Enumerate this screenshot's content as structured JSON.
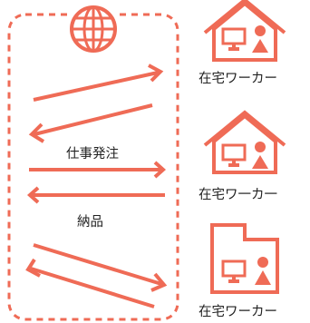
{
  "diagram": {
    "accent_color": "#ef6b56",
    "center_icon": "globe-icon",
    "house_icon": "house-with-computer-and-person-icon",
    "flow_labels": {
      "order": "仕事発注",
      "delivery": "納品"
    },
    "workers": [
      {
        "label": "在宅ワーカー"
      },
      {
        "label": "在宅ワ一カ一"
      },
      {
        "label": "在宅ワーカー"
      }
    ]
  }
}
